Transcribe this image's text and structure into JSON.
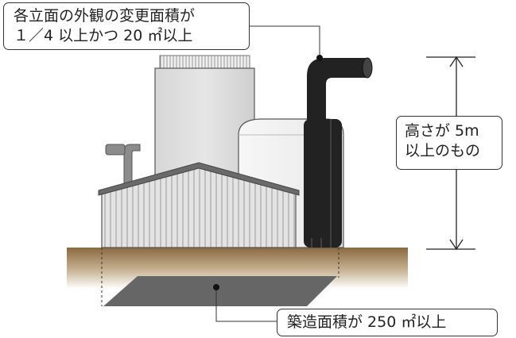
{
  "labels": {
    "facade_change": [
      "各立面の外観の変更面積が",
      "１／4 以上かつ 20 ㎡以上"
    ],
    "height": [
      "高さが 5m",
      "以上のもの"
    ],
    "building_area": "築造面積が 250 ㎡以上"
  },
  "colors": {
    "ground_top": "#8a6a40",
    "ground_bottom": "#ffffff",
    "footprint": "#666666",
    "wall": "#e0e0e0",
    "roof": "#6a6a6a",
    "pipe": "#222222",
    "tank": "#f2f2f2",
    "stroke": "#333333"
  }
}
